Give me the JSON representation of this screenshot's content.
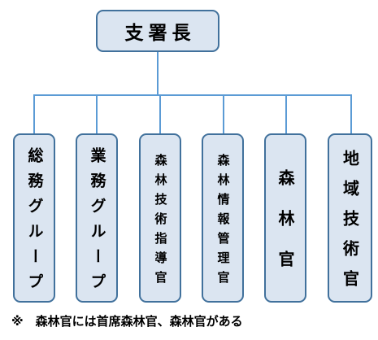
{
  "head": {
    "label": "支署長"
  },
  "units": [
    {
      "label": "総務グループ"
    },
    {
      "label": "業務グループ"
    },
    {
      "label": "森林技術指導官"
    },
    {
      "label": "森林情報管理官"
    },
    {
      "label": "森林官"
    },
    {
      "label": "地域技術官"
    }
  ],
  "footnote": "※　森林官には首席森林官、森林官がある",
  "colors": {
    "box_fill": "#dbe5f1",
    "box_border": "#41719c",
    "connector": "#5b9bd5"
  }
}
